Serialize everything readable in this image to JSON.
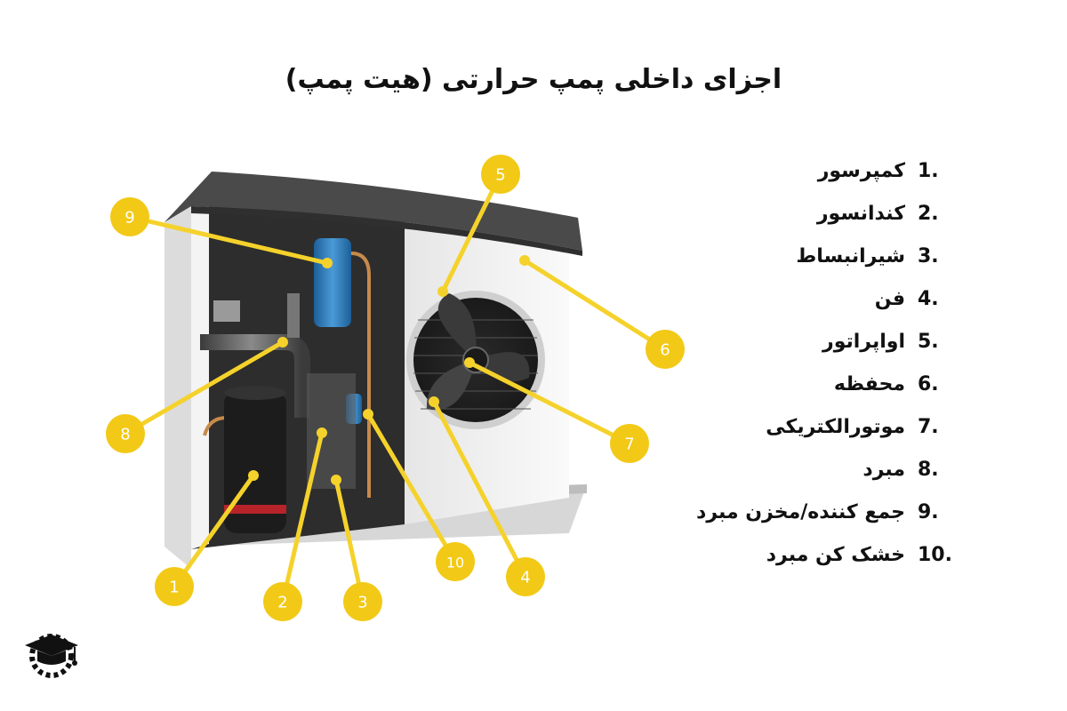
{
  "title": "اجزای داخلی پمپ حرارتی (هیت پمپ)",
  "legend": [
    {
      "number": "1.",
      "label": "کمپرسور"
    },
    {
      "number": "2.",
      "label": "کندانسور"
    },
    {
      "number": "3.",
      "label": "شیرانبساط"
    },
    {
      "number": "4.",
      "label": "فن"
    },
    {
      "number": "5.",
      "label": "اواپراتور"
    },
    {
      "number": "6.",
      "label": "محفظه"
    },
    {
      "number": "7.",
      "label": "موتورالکتریکی"
    },
    {
      "number": "8.",
      "label": "مبرد"
    },
    {
      "number": "9.",
      "label": "جمع کننده/مخزن مبرد"
    },
    {
      "number": "10.",
      "label": "خشک کن مبرد"
    }
  ],
  "callouts": [
    "1",
    "2",
    "3",
    "4",
    "5",
    "6",
    "7",
    "8",
    "9",
    "10"
  ],
  "colors": {
    "badge": "#f2c916",
    "leader": "#f5d22b",
    "title": "#111111",
    "casing": "#f1f1f1",
    "lid": "#4a4a4a",
    "accumulator": "#2f7fc1"
  },
  "logo": {
    "icon": "graduation-cap-gear-icon"
  }
}
